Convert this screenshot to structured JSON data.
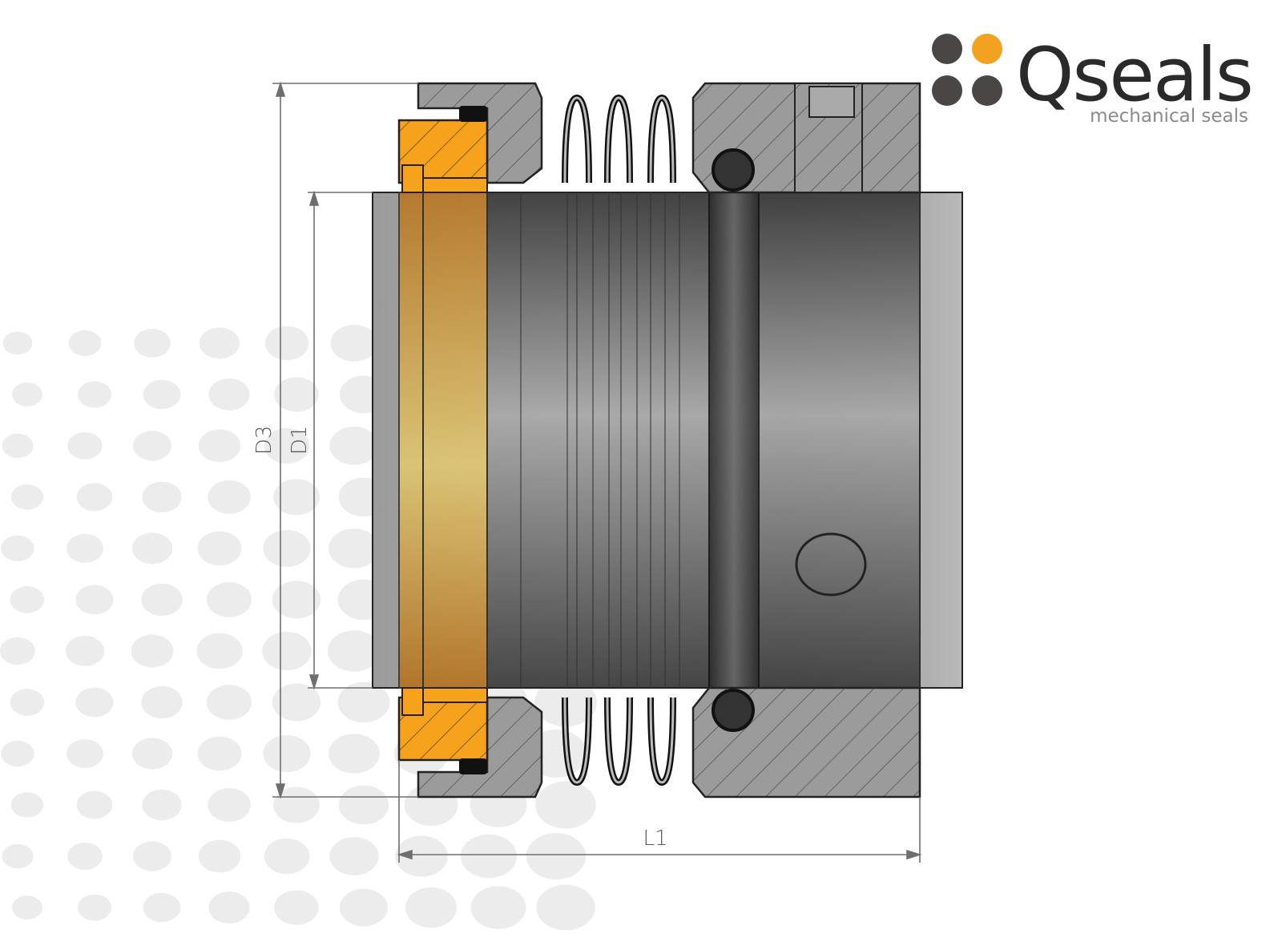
{
  "brand": {
    "name": "Qseals",
    "tagline": "mechanical seals",
    "dot_colors": [
      "#4a4646",
      "#f2a220",
      "#4a4646",
      "#4a4646"
    ]
  },
  "dimensions": {
    "d3": "D3",
    "d1": "D1",
    "l1": "L1"
  },
  "colors": {
    "orange_face": "#f6a21c",
    "steel": "#8e8e8e",
    "hatch_bg": "#9a9a9a",
    "dim_line": "#6e6e6e"
  }
}
